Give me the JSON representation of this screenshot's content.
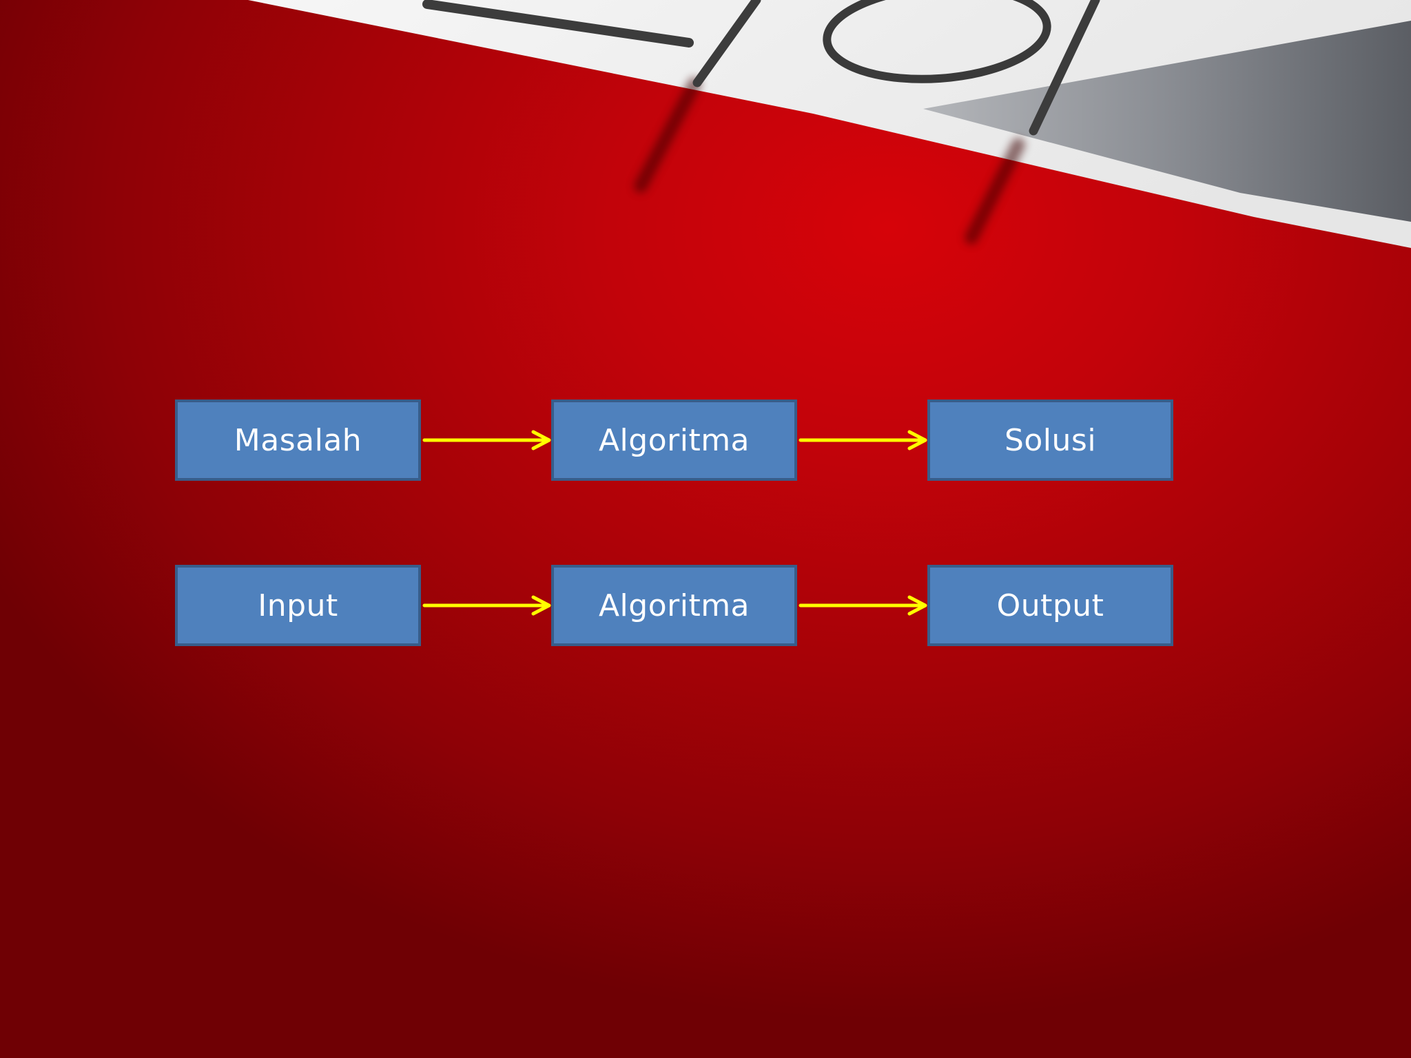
{
  "slide": {
    "background_color": "#c4030a",
    "box_fill_color": "#4f81bd",
    "box_border_color": "#385d8a",
    "arrow_color": "#ffff00",
    "decoration": "tic-tac-toe-board-photo"
  },
  "diagram": {
    "rows": [
      {
        "nodes": [
          "Masalah",
          "Algoritma",
          "Solusi"
        ]
      },
      {
        "nodes": [
          "Input",
          "Algoritma",
          "Output"
        ]
      }
    ],
    "edges": [
      {
        "from": "Masalah",
        "to": "Algoritma"
      },
      {
        "from": "Algoritma",
        "to": "Solusi"
      },
      {
        "from": "Input",
        "to": "Algoritma"
      },
      {
        "from": "Algoritma",
        "to": "Output"
      }
    ]
  }
}
